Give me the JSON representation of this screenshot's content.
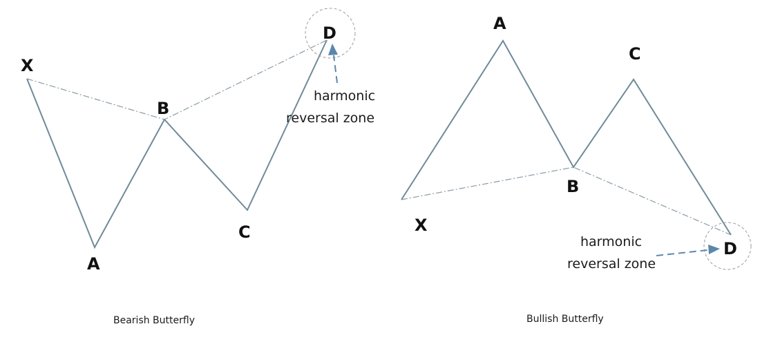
{
  "colors": {
    "legs": "#6f8a99",
    "projection": "#8a9aa4",
    "zone_circle": "#9a9a9a",
    "arrow": "#5b87ad",
    "text": "#111111",
    "background": "#ffffff"
  },
  "bearish": {
    "caption": "Bearish Butterfly",
    "points": {
      "X": "X",
      "A": "A",
      "B": "B",
      "C": "C",
      "D": "D"
    },
    "annotation": {
      "line1": "harmonic",
      "line2": "reversal zone"
    }
  },
  "bullish": {
    "caption": "Bullish Butterfly",
    "points": {
      "X": "X",
      "A": "A",
      "B": "B",
      "C": "C",
      "D": "D"
    },
    "annotation": {
      "line1": "harmonic",
      "line2": "reversal zone"
    }
  }
}
